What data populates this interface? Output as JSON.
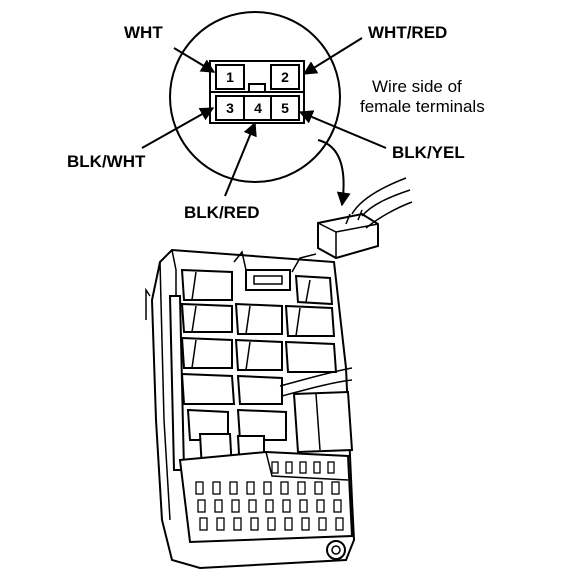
{
  "connector": {
    "pins": [
      "1",
      "2",
      "3",
      "4",
      "5"
    ],
    "note_line1": "Wire side of",
    "note_line2": "female terminals"
  },
  "wires": {
    "pin1": "WHT",
    "pin2": "WHT/RED",
    "pin3": "BLK/WHT",
    "pin4": "BLK/RED",
    "pin5": "BLK/YEL"
  }
}
